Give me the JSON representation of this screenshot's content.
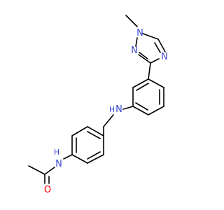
{
  "molecule": {
    "atoms": {
      "n_methyl": "N",
      "n_triazole_left": "N",
      "n_triazole_right": "N",
      "amine_n": "N",
      "amine_h": "H",
      "amide_n": "N",
      "amide_h": "H",
      "carbonyl_o": "O"
    },
    "colors": {
      "carbon_bond": "#000000",
      "nitrogen": "#3b4bd0",
      "oxygen": "#ff0000",
      "background": "#ffffff"
    }
  }
}
